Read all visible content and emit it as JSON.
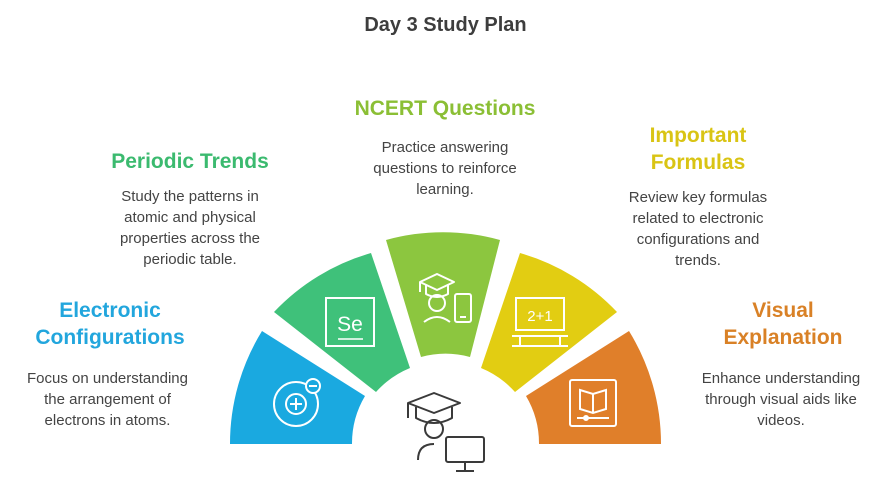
{
  "title": "Day 3 Study Plan",
  "colors": {
    "electronic": "#1aa9e0",
    "periodic": "#3fc17a",
    "ncert": "#8cc63f",
    "formulas": "#e2cd12",
    "visual": "#e07f2a",
    "heading_electronic": "#22a6dd",
    "heading_periodic": "#3bba6f",
    "heading_ncert": "#8bbf35",
    "heading_formulas": "#d9c414",
    "heading_visual": "#d98126"
  },
  "segments": [
    {
      "heading_lines": [
        "Electronic",
        "Configurations"
      ],
      "description_lines": [
        "Focus on understanding",
        "the arrangement of",
        "electrons in atoms."
      ],
      "icon": "atom-plus-minus-icon"
    },
    {
      "heading_lines": [
        "Periodic Trends"
      ],
      "description_lines": [
        "Study the patterns in",
        "atomic and physical",
        "properties across the",
        "periodic table."
      ],
      "icon": "selenium-element-icon",
      "icon_text": "Se"
    },
    {
      "heading_lines": [
        "NCERT Questions"
      ],
      "description_lines": [
        "Practice answering",
        "questions to reinforce",
        "learning."
      ],
      "icon": "student-phone-icon"
    },
    {
      "heading_lines": [
        "Important",
        "Formulas"
      ],
      "description_lines": [
        "Review key formulas",
        "related to electronic",
        "configurations and",
        "trends."
      ],
      "icon": "blackboard-icon",
      "icon_text": "2+1"
    },
    {
      "heading_lines": [
        "Visual",
        "Explanation"
      ],
      "description_lines": [
        "Enhance understanding",
        "through visual aids like",
        "videos."
      ],
      "icon": "video-book-icon"
    }
  ],
  "center_icon": "student-computer-icon"
}
